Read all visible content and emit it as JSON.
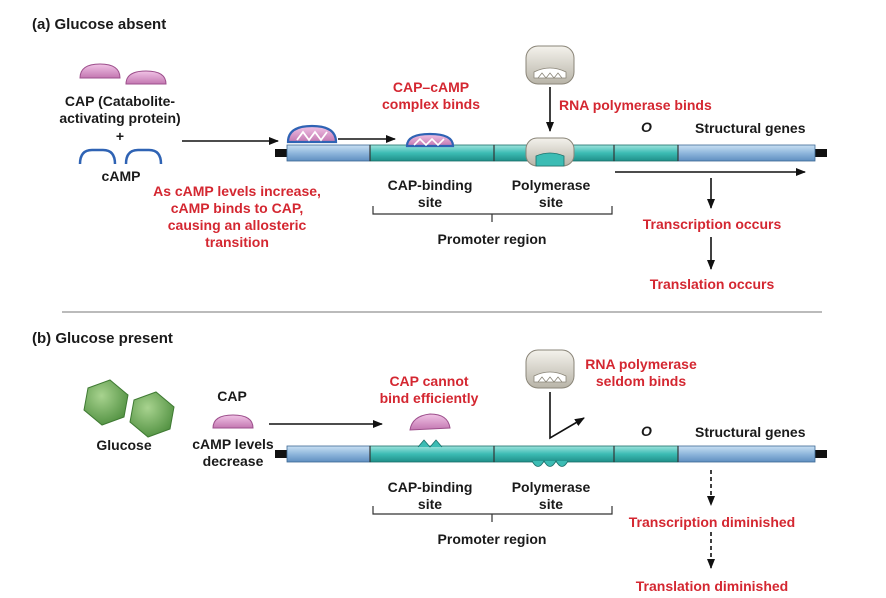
{
  "panel_a": {
    "heading_letter": "(a)",
    "heading": "Glucose absent",
    "cap_label": [
      "CAP (Catabolite-",
      "activating protein)"
    ],
    "plus": "+",
    "camp_label": "cAMP",
    "camp_note": [
      "As cAMP levels increase,",
      "cAMP binds to CAP,",
      "causing an allosteric",
      "transition"
    ],
    "complex_label": [
      "CAP–cAMP",
      "complex binds"
    ],
    "rnap_label": "RNA polymerase binds",
    "operator": "O",
    "structural_genes": "Structural genes",
    "cap_site": [
      "CAP-binding",
      "site"
    ],
    "pol_site": [
      "Polymerase",
      "site"
    ],
    "promoter": "Promoter region",
    "transcription": "Transcription occurs",
    "translation": "Translation occurs"
  },
  "panel_b": {
    "heading_letter": "(b)",
    "heading": "Glucose present",
    "glucose": "Glucose",
    "cap": "CAP",
    "camp_levels": [
      "cAMP levels",
      "decrease"
    ],
    "cap_cannot": [
      "CAP cannot",
      "bind efficiently"
    ],
    "rnap_seldom": [
      "RNA polymerase",
      "seldom binds"
    ],
    "operator": "O",
    "structural_genes": "Structural genes",
    "cap_site": [
      "CAP-binding",
      "site"
    ],
    "pol_site": [
      "Polymerase",
      "site"
    ],
    "promoter": "Promoter region",
    "transcription": "Transcription diminished",
    "translation": "Translation diminished"
  },
  "colors": {
    "label_red": "#d42731",
    "label_black": "#1a1a1a",
    "dna_blue": "#8fb7dc",
    "dna_teal": "#3cbcb4",
    "cap_pink": "#d68cc4",
    "camp_blue": "#2f63b4",
    "glucose_green": "#6fae5a",
    "polymerase_gray": "#d9d6cc"
  },
  "icons": [
    "cap-protein-icon",
    "camp-molecule-icon",
    "rna-polymerase-icon",
    "glucose-hexagon-icon"
  ]
}
